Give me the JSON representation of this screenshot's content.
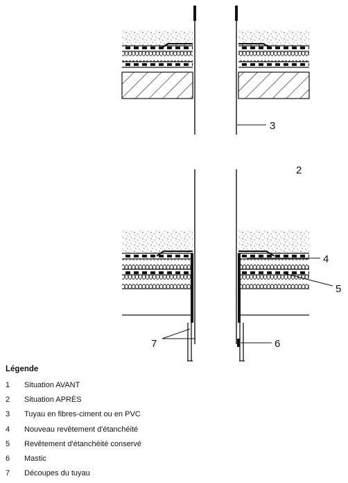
{
  "figure": {
    "callouts": {
      "c2": "2",
      "c3": "3",
      "c4": "4",
      "c5": "5",
      "c6": "6",
      "c7": "7"
    }
  },
  "legend": {
    "title": "Légende",
    "items": [
      {
        "num": "1",
        "text": "Situation AVANT"
      },
      {
        "num": "2",
        "text": "Situation APRÈS"
      },
      {
        "num": "3",
        "text": "Tuyau en fibres-ciment ou en PVC"
      },
      {
        "num": "4",
        "text": "Nouveau revêtement d'étanchéité"
      },
      {
        "num": "5",
        "text": "Revêtement d'étanchéité conservé"
      },
      {
        "num": "6",
        "text": "Mastic"
      },
      {
        "num": "7",
        "text": "Découpes du tuyau"
      }
    ]
  }
}
